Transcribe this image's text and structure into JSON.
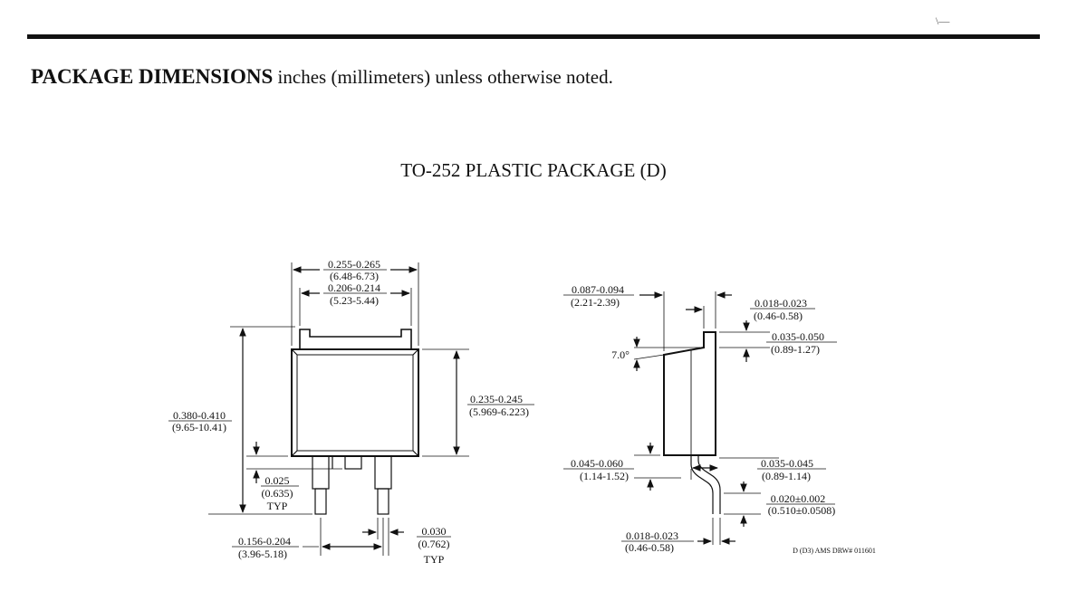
{
  "corner_mark": "\\—",
  "heading": {
    "bold": "PACKAGE DIMENSIONS",
    "rest": " inches (millimeters) unless otherwise noted."
  },
  "package_title": "TO-252 PLASTIC PACKAGE (D)",
  "front_view": {
    "width_overall": {
      "in": "0.255-0.265",
      "mm": "(6.48-6.73)"
    },
    "tab_width": {
      "in": "0.206-0.214",
      "mm": "(5.23-5.44)"
    },
    "height_overall": {
      "in": "0.380-0.410",
      "mm": "(9.65-10.41)"
    },
    "body_height": {
      "in": "0.235-0.245",
      "mm": "(5.969-6.223)"
    },
    "standoff": {
      "in": "0.025",
      "mm": "(0.635)",
      "note": "TYP"
    },
    "lead_pitch": {
      "in": "0.156-0.204",
      "mm": "(3.96-5.18)"
    },
    "lead_width": {
      "in": "0.030",
      "mm": "(0.762)",
      "note": "TYP"
    }
  },
  "side_view": {
    "thickness": {
      "in": "0.087-0.094",
      "mm": "(2.21-2.39)"
    },
    "tab_thickness": {
      "in": "0.018-0.023",
      "mm": "(0.46-0.58)"
    },
    "tab_height": {
      "in": "0.035-0.050",
      "mm": "(0.89-1.27)"
    },
    "draft_angle": "7.0°",
    "lead_drop": {
      "in": "0.045-0.060",
      "mm": "(1.14-1.52)"
    },
    "lead_offset": {
      "in": "0.035-0.045",
      "mm": "(0.89-1.14)"
    },
    "lead_thickness": {
      "in": "0.020±0.002",
      "mm": "(0.510±0.0508)"
    },
    "lead_bottom": {
      "in": "0.018-0.023",
      "mm": "(0.46-0.58)"
    }
  },
  "drawing_ref": "D (D3) AMS DRW# 011601"
}
